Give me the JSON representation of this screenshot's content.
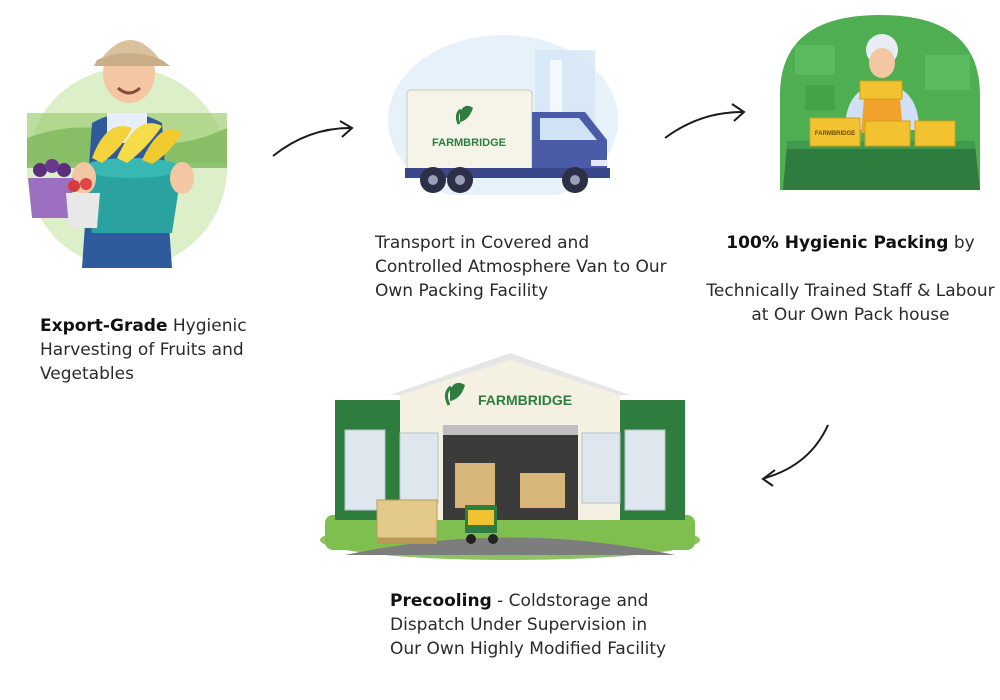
{
  "steps": [
    {
      "bold": "Export-Grade",
      "rest": " Hygienic Harvesting of Fruits and Vegetables"
    },
    {
      "bold": "",
      "rest": "Transport in Covered and Controlled Atmosphere Van to Our Own Packing Facility"
    },
    {
      "bold": "100% Hygienic Packing",
      "rest": " by",
      "line2": "Technically Trained Staff & Labour at Our Own Pack house"
    },
    {
      "bold": "Precooling",
      "rest": " - Coldstorage and Dispatch Under Supervision in Our Own Highly Modified Facility"
    }
  ],
  "brand": {
    "truck_label": "FARMBRIDGE",
    "warehouse_label": "FARMBRIDGE",
    "box_label": "FARMBRIDGE"
  },
  "colors": {
    "brand_green": "#2e7d3e",
    "truck_blue": "#4a5ba8",
    "box_yellow": "#f2c230"
  }
}
